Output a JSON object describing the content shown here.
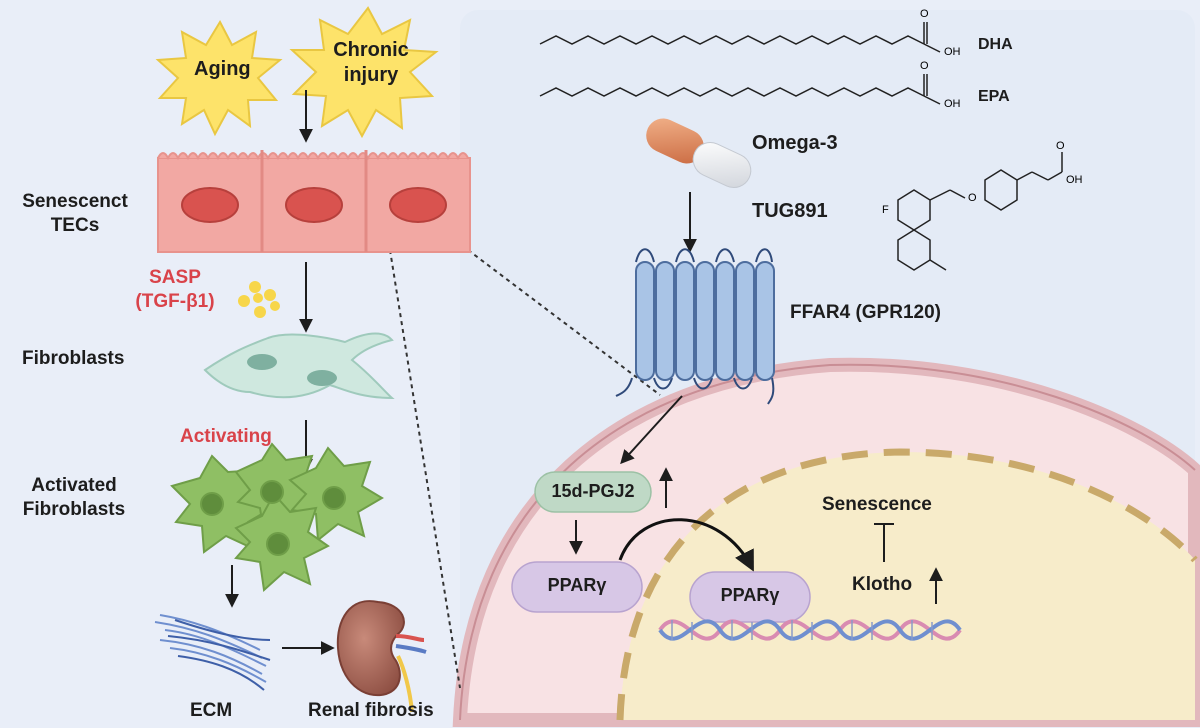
{
  "left": {
    "stress_1": "Aging",
    "stress_2_line1": "Chronic",
    "stress_2_line2": "injury",
    "cells_label_line1": "Senescenct",
    "cells_label_line2": "TECs",
    "sasp_line1": "SASP",
    "sasp_line2": "(TGF-β1)",
    "fibroblasts": "Fibroblasts",
    "activating": "Activating",
    "activated_line1": "Activated",
    "activated_line2": "Fibroblasts",
    "ecm": "ECM",
    "renal_fibrosis": "Renal fibrosis"
  },
  "right": {
    "dha": "DHA",
    "epa": "EPA",
    "omega3": "Omega-3",
    "tug891": "TUG891",
    "receptor": "FFAR4 (GPR120)",
    "pgj2": "15d-PGJ2",
    "ppar_cyto": "PPARγ",
    "ppar_nuc": "PPARγ",
    "senescence": "Senescence",
    "klotho": "Klotho",
    "chem_oh": "OH",
    "chem_o": "O",
    "chem_f": "F"
  },
  "colors": {
    "background": "#e9eef8",
    "cell": "#f2a8a3",
    "nucleus_red": "#d9534f",
    "cell_membrane": "#f7dfe1",
    "nucleus_zone": "#f7ebc9",
    "accent_red": "#d9434a",
    "receptor_blue": "#a9c4e6",
    "pgj2_green": "#bfd9c6",
    "ppar_purple": "#d7c7e6",
    "star_yellow": "#fde36a"
  },
  "icons": [
    "sun-burst-icon",
    "capsule-icon",
    "dna-helix-icon",
    "kidney-icon",
    "fiber-bundle-icon"
  ]
}
